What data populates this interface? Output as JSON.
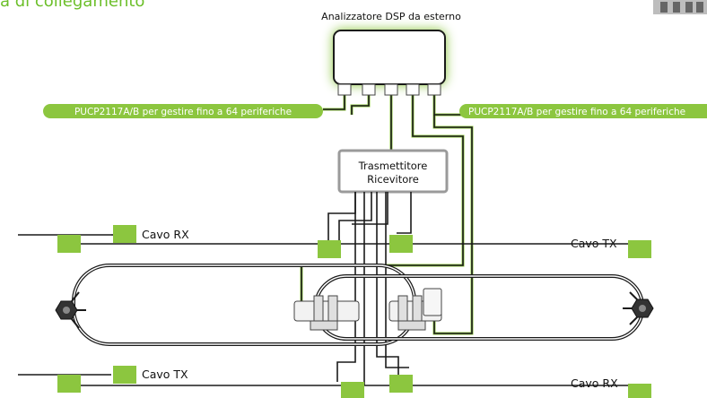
{
  "page": {
    "title": "a di collegamento"
  },
  "analyzer": {
    "label": "Analizzatore DSP da esterno"
  },
  "transceiver": {
    "line1": "Trasmettitore",
    "line2": "Ricevitore"
  },
  "pills": {
    "left": "PUCP2117A/B per gestire fino a 64 periferiche",
    "right": "PUCP2117A/B per gestire fino a 64 periferiche"
  },
  "cables": {
    "upper_left": "Cavo RX",
    "upper_right": "Cavo TX",
    "lower_left": "Cavo TX",
    "lower_right": "Cavo RX"
  },
  "colors": {
    "accent_green": "#8cc63f",
    "dark_line": "#1a1a1a",
    "gray_border": "#9a9a9a"
  }
}
